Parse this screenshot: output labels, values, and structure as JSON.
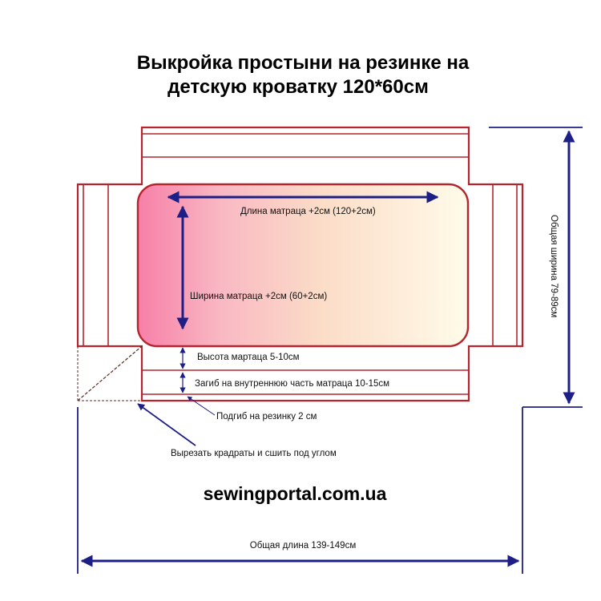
{
  "title": {
    "line1": "Выкройка простыни на резинке на",
    "line2": "детскую кроватку 120*60см"
  },
  "labels": {
    "mattress_length": "Длина матраца +2см (120+2см)",
    "mattress_width": "Ширина матраца +2см (60+2см)",
    "mattress_height": "Высота мартаца 5-10см",
    "fold_inside": "Загиб на внутреннюю часть матраца 10-15см",
    "elastic_hem": "Подгиб на резинку 2 см",
    "cut_squares": "Вырезать крадраты и сшить под углом",
    "total_width": "Общая ширина 79-89см",
    "total_length": "Общая длина 139-149см"
  },
  "website": "sewingportal.com.ua",
  "colors": {
    "outline": "#b5242f",
    "arrows": "#1d1f86",
    "gradient_start": "#f77fa8",
    "gradient_end": "#fffbe9"
  }
}
